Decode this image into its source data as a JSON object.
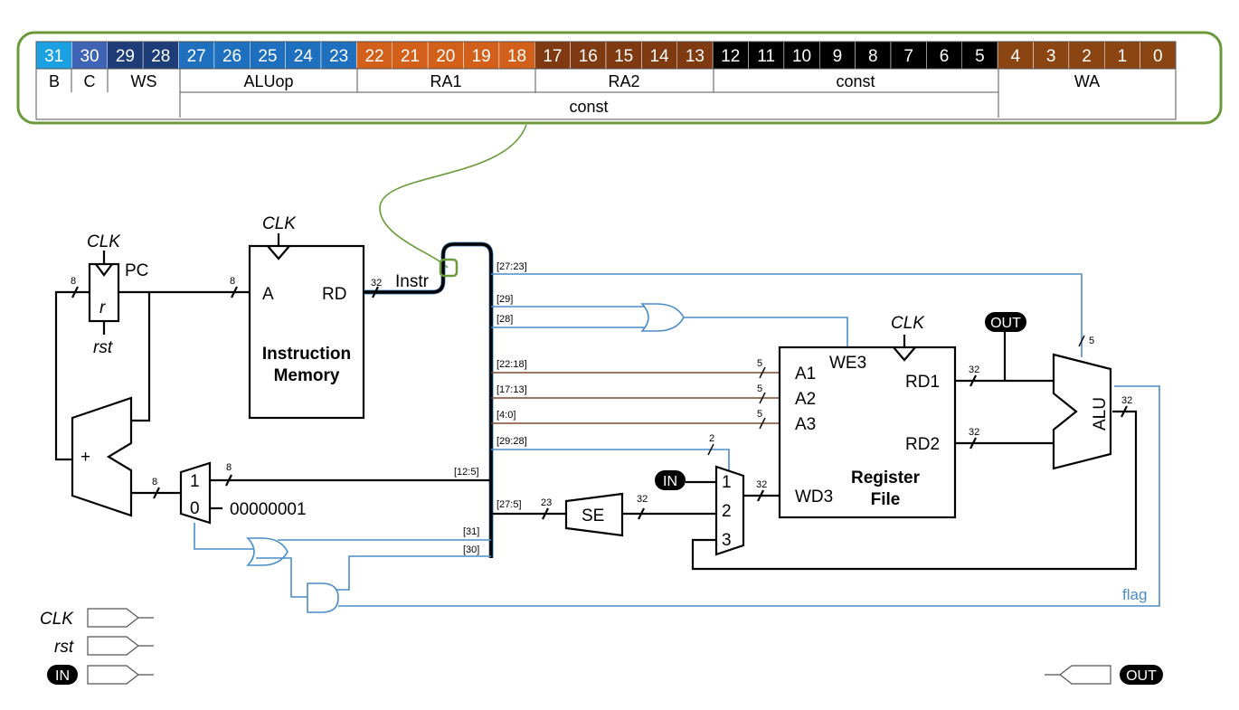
{
  "instr_format": {
    "bits": [
      {
        "n": "31",
        "bg": "#1ba1e2",
        "fg": "#ffffff"
      },
      {
        "n": "30",
        "bg": "#3f63b5",
        "fg": "#ffffff"
      },
      {
        "n": "29",
        "bg": "#1d3c78",
        "fg": "#ffffff"
      },
      {
        "n": "28",
        "bg": "#1d3c78",
        "fg": "#ffffff"
      },
      {
        "n": "27",
        "bg": "#1f6fbf",
        "fg": "#ffffff"
      },
      {
        "n": "26",
        "bg": "#1f6fbf",
        "fg": "#ffffff"
      },
      {
        "n": "25",
        "bg": "#1f6fbf",
        "fg": "#ffffff"
      },
      {
        "n": "24",
        "bg": "#1f6fbf",
        "fg": "#ffffff"
      },
      {
        "n": "23",
        "bg": "#1f6fbf",
        "fg": "#ffffff"
      },
      {
        "n": "22",
        "bg": "#d2601a",
        "fg": "#ffffff"
      },
      {
        "n": "21",
        "bg": "#d2601a",
        "fg": "#ffffff"
      },
      {
        "n": "20",
        "bg": "#d2601a",
        "fg": "#ffffff"
      },
      {
        "n": "19",
        "bg": "#d2601a",
        "fg": "#ffffff"
      },
      {
        "n": "18",
        "bg": "#d2601a",
        "fg": "#ffffff"
      },
      {
        "n": "17",
        "bg": "#7f3a12",
        "fg": "#ffffff"
      },
      {
        "n": "16",
        "bg": "#7f3a12",
        "fg": "#ffffff"
      },
      {
        "n": "15",
        "bg": "#7f3a12",
        "fg": "#ffffff"
      },
      {
        "n": "14",
        "bg": "#7f3a12",
        "fg": "#ffffff"
      },
      {
        "n": "13",
        "bg": "#7f3a12",
        "fg": "#ffffff"
      },
      {
        "n": "12",
        "bg": "#000000",
        "fg": "#ffffff"
      },
      {
        "n": "11",
        "bg": "#000000",
        "fg": "#ffffff"
      },
      {
        "n": "10",
        "bg": "#000000",
        "fg": "#ffffff"
      },
      {
        "n": "9",
        "bg": "#000000",
        "fg": "#ffffff"
      },
      {
        "n": "8",
        "bg": "#000000",
        "fg": "#ffffff"
      },
      {
        "n": "7",
        "bg": "#000000",
        "fg": "#ffffff"
      },
      {
        "n": "6",
        "bg": "#000000",
        "fg": "#ffffff"
      },
      {
        "n": "5",
        "bg": "#000000",
        "fg": "#ffffff"
      },
      {
        "n": "4",
        "bg": "#8b4513",
        "fg": "#ffffff"
      },
      {
        "n": "3",
        "bg": "#8b4513",
        "fg": "#ffffff"
      },
      {
        "n": "2",
        "bg": "#8b4513",
        "fg": "#ffffff"
      },
      {
        "n": "1",
        "bg": "#8b4513",
        "fg": "#ffffff"
      },
      {
        "n": "0",
        "bg": "#8b4513",
        "fg": "#ffffff"
      }
    ],
    "fields": {
      "b": "B",
      "c": "C",
      "ws": "WS",
      "aluop": "ALUop",
      "ra1": "RA1",
      "ra2": "RA2",
      "const": "const",
      "wa": "WA",
      "const2": "const"
    }
  },
  "colors": {
    "frame": "#6a9a3a",
    "blue_wire": "#4a8cc9",
    "brown_wire": "#7a4a2a",
    "green_link": "#6a9a3a"
  },
  "labels": {
    "clk_pc": "CLK",
    "pc": "PC",
    "r": "r",
    "rst_pc": "rst",
    "clk_im": "CLK",
    "im_a": "A",
    "im_rd": "RD",
    "instr": "Instr",
    "im_title1": "Instruction",
    "im_title2": "Memory",
    "adder_plus": "+",
    "mux_pc_1": "1",
    "mux_pc_0": "0",
    "const_one": "00000001",
    "se": "SE",
    "in_badge": "IN",
    "mux3_1": "1",
    "mux3_2": "2",
    "mux3_3": "3",
    "clk_rf": "CLK",
    "we3": "WE3",
    "a1": "A1",
    "a2": "A2",
    "a3": "A3",
    "wd3": "WD3",
    "rd1": "RD1",
    "rd2": "RD2",
    "rf_title1": "Register",
    "rf_title2": "File",
    "out_badge": "OUT",
    "alu": "ALU",
    "flag": "flag"
  },
  "bus_tags": {
    "b27_23": "[27:23]",
    "b29": "[29]",
    "b28": "[28]",
    "b22_18": "[22:18]",
    "b17_13": "[17:13]",
    "b4_0": "[4:0]",
    "b29_28": "[29:28]",
    "b12_5": "[12:5]",
    "b27_5": "[27:5]",
    "b31": "[31]",
    "b30": "[30]"
  },
  "widths": {
    "pc_in": "8",
    "im_a": "8",
    "instr": "32",
    "aluop": "5",
    "ra1": "5",
    "ra2": "5",
    "wa": "5",
    "ws": "2",
    "mux_pc_in": "8",
    "adder_out": "8",
    "se_in": "23",
    "se_out": "32",
    "wd3": "32",
    "rd1": "32",
    "rd2": "32",
    "alu_out": "32"
  },
  "legend": {
    "clk": "CLK",
    "rst": "rst",
    "in": "IN",
    "out": "OUT"
  }
}
